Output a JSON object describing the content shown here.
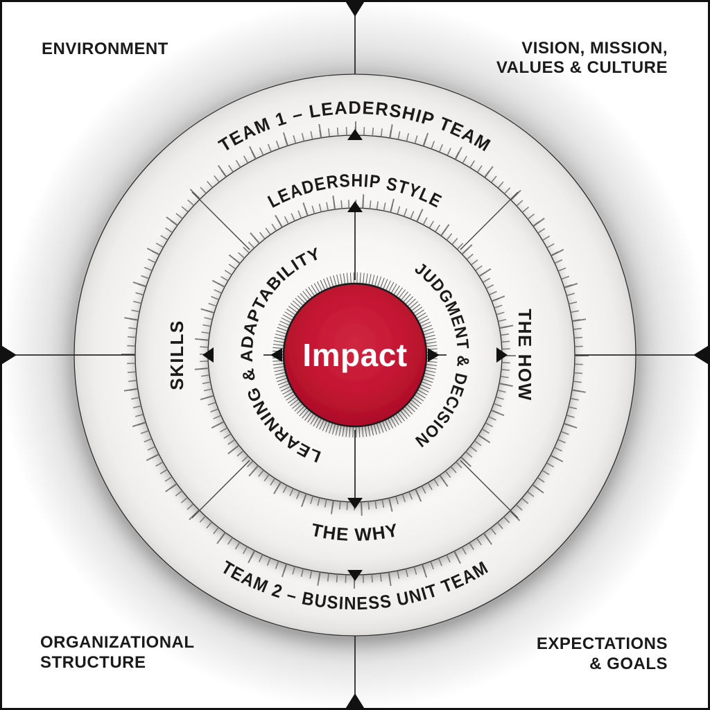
{
  "corners": {
    "top_left": "ENVIRONMENT",
    "top_right_line1": "VISION, MISSION,",
    "top_right_line2": "VALUES & CULTURE",
    "bottom_left_line1": "ORGANIZATIONAL",
    "bottom_left_line2": "STRUCTURE",
    "bottom_right_line1": "EXPECTATIONS",
    "bottom_right_line2": "& GOALS"
  },
  "rings": {
    "outer_top": "TEAM 1 – LEADERSHIP TEAM",
    "outer_bottom": "TEAM 2 – BUSINESS UNIT TEAM",
    "middle_top": "LEADERSHIP STYLE",
    "middle_bottom": "THE WHY",
    "middle_left": "SKILLS",
    "middle_right": "THE HOW",
    "inner_left": "LEARNING & ADAPTABILITY",
    "inner_right": "JUDGMENT & DECISION"
  },
  "center": {
    "label": "Impact"
  },
  "colors": {
    "accent_red": "#C5132F",
    "ink": "#1A1A1A",
    "tick_gray": "#666666"
  }
}
